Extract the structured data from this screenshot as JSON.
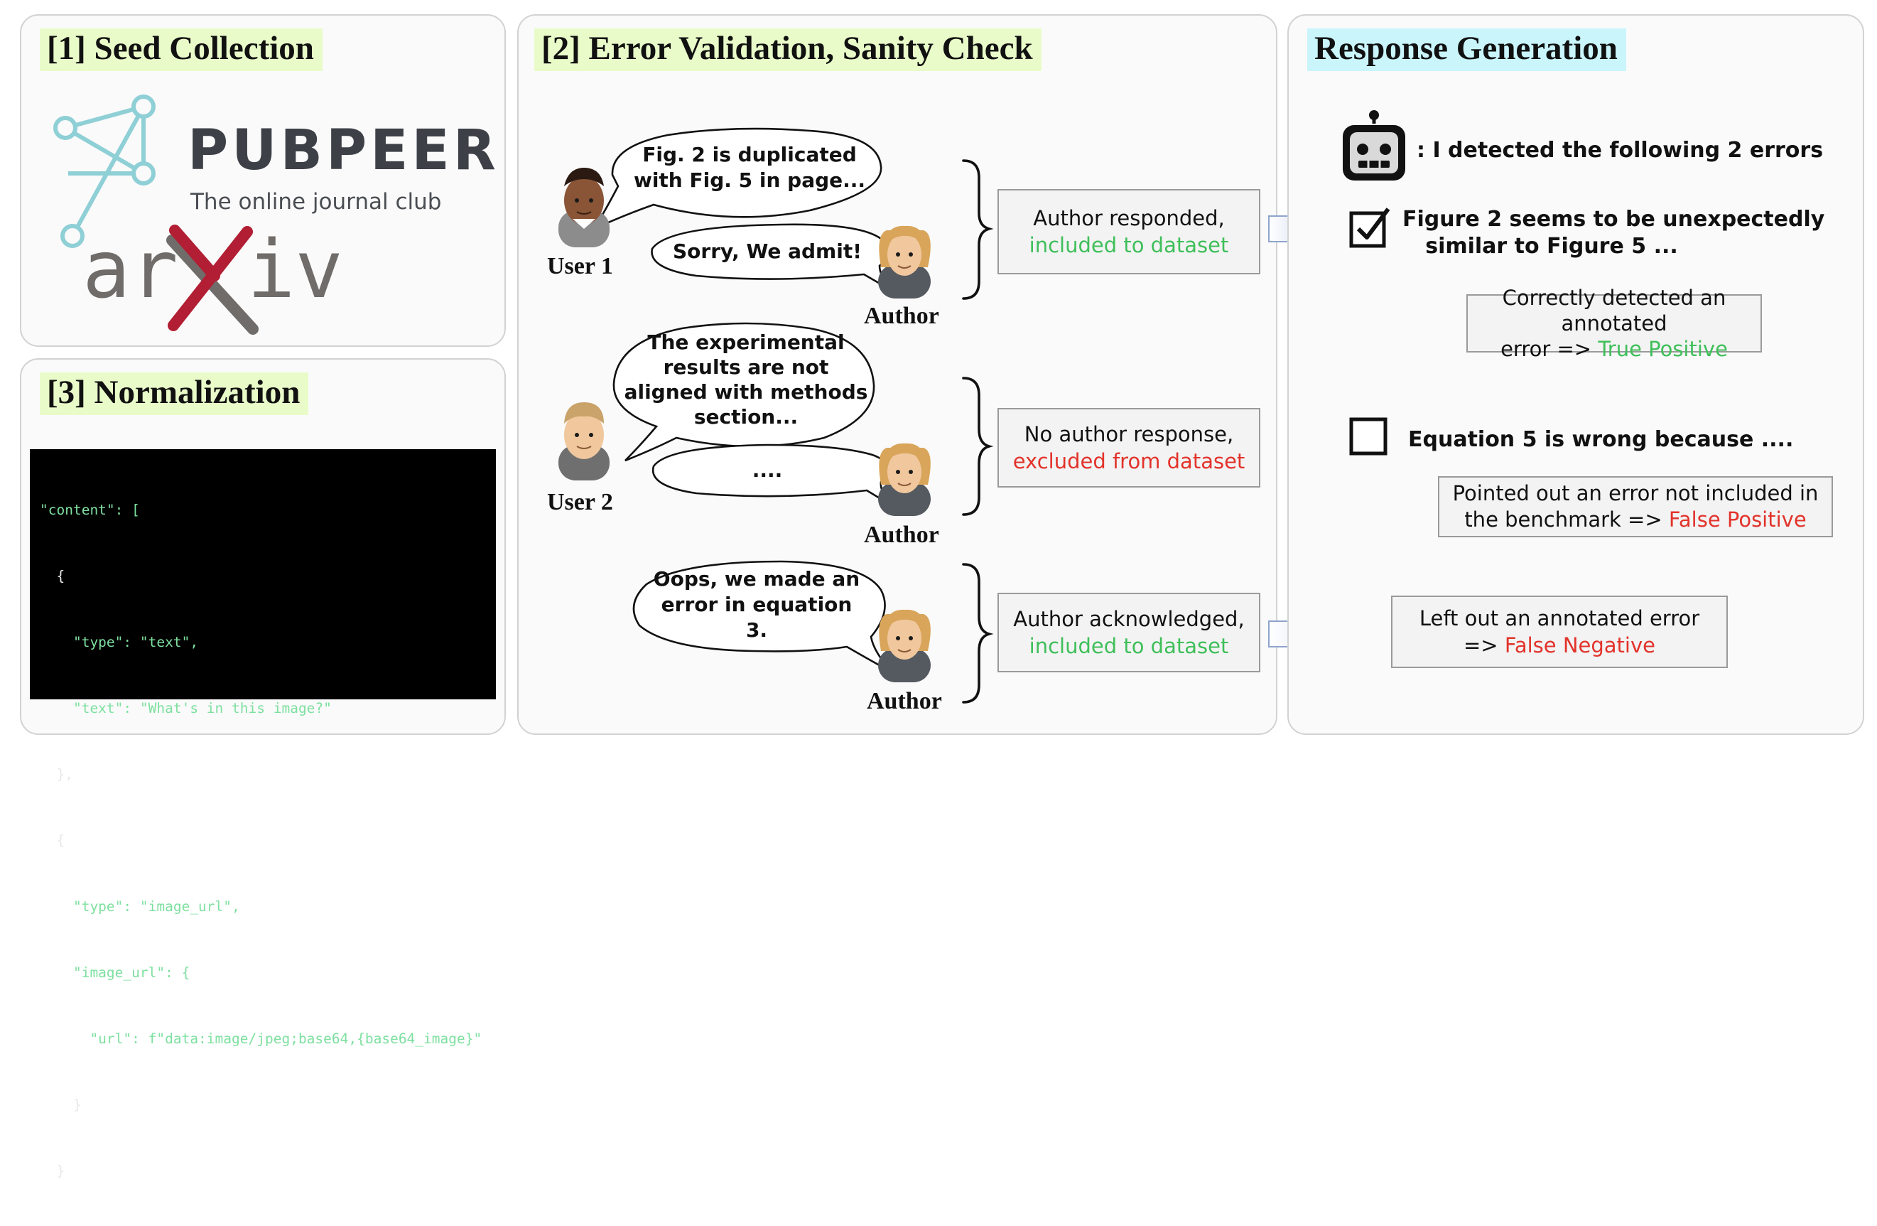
{
  "panels": {
    "seed": {
      "title": "[1] Seed Collection"
    },
    "normalization": {
      "title": "[3] Normalization"
    },
    "validation": {
      "title": "[2] Error Validation, Sanity Check"
    },
    "response": {
      "title": "Response Generation"
    }
  },
  "seed": {
    "pubpeer_wordmark": "PUBPEER",
    "pubpeer_tagline": "The online journal club",
    "arxiv_wordmark": "arXiv"
  },
  "code_block": {
    "lines": [
      "\"content\": [",
      "  {",
      "    \"type\": \"text\",",
      "    \"text\": \"What's in this image?\"",
      "  },",
      "  {",
      "    \"type\": \"image_url\",",
      "    \"image_url\": {",
      "      \"url\": f\"data:image/jpeg;base64,{base64_image}\"",
      "    }",
      "  }"
    ]
  },
  "validation": {
    "case1": {
      "user_label": "User 1",
      "author_label": "Author",
      "user_bubble": [
        "Fig. 2 is duplicated",
        "with Fig. 5 in page..."
      ],
      "author_bubble": "Sorry, We admit!",
      "result_line1": "Author responded,",
      "result_line2": "included to dataset"
    },
    "case2": {
      "user_label": "User 2",
      "author_label": "Author",
      "user_bubble": [
        "The experimental",
        "results are not",
        "aligned with methods",
        "section..."
      ],
      "author_bubble": "....",
      "result_line1": "No author response,",
      "result_line2": "excluded from dataset"
    },
    "case3": {
      "author_label": "Author",
      "author_bubble": [
        "Oops, we made an",
        "error in equation",
        "3."
      ],
      "result_line1": "Author acknowledged,",
      "result_line2": "included to dataset"
    }
  },
  "response": {
    "robot_line": ": I detected the following 2 errors",
    "item1": [
      "Figure 2 seems to be unexpectedly",
      "similar to Figure 5 ..."
    ],
    "item1_result": [
      "Correctly detected an annotated",
      "error => ",
      "True Positive"
    ],
    "item2": "Equation 5 is wrong because ....",
    "item2_result": [
      "Pointed out an error not included in",
      "the benchmark => ",
      "False Positive"
    ],
    "missed_result": [
      "Left out an annotated error",
      "=> ",
      "False Negative"
    ]
  },
  "colors": {
    "positive": "#3fbf5a",
    "negative": "#e2332b",
    "title_highlight_green": "#e9fbc9",
    "title_highlight_cyan": "#c9f5fb"
  }
}
